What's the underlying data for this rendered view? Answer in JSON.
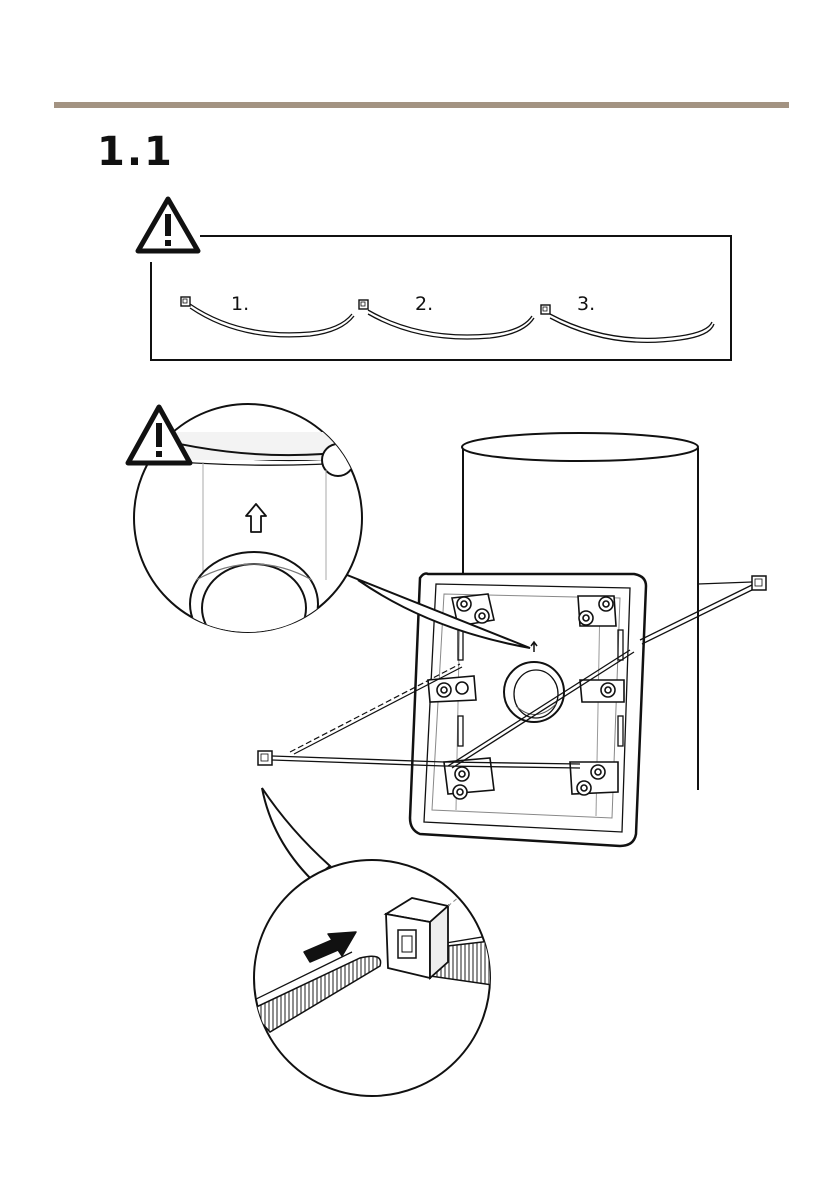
{
  "page": {
    "section_number": "1.1"
  },
  "tie_sequence": {
    "steps": [
      {
        "label": "1."
      },
      {
        "label": "2."
      },
      {
        "label": "3."
      }
    ]
  },
  "icons": {
    "warning_top": "warning-triangle-icon",
    "warning_detail": "warning-triangle-icon",
    "up_arrow": "up-arrow-icon",
    "push_arrow": "push-arrow-icon"
  }
}
